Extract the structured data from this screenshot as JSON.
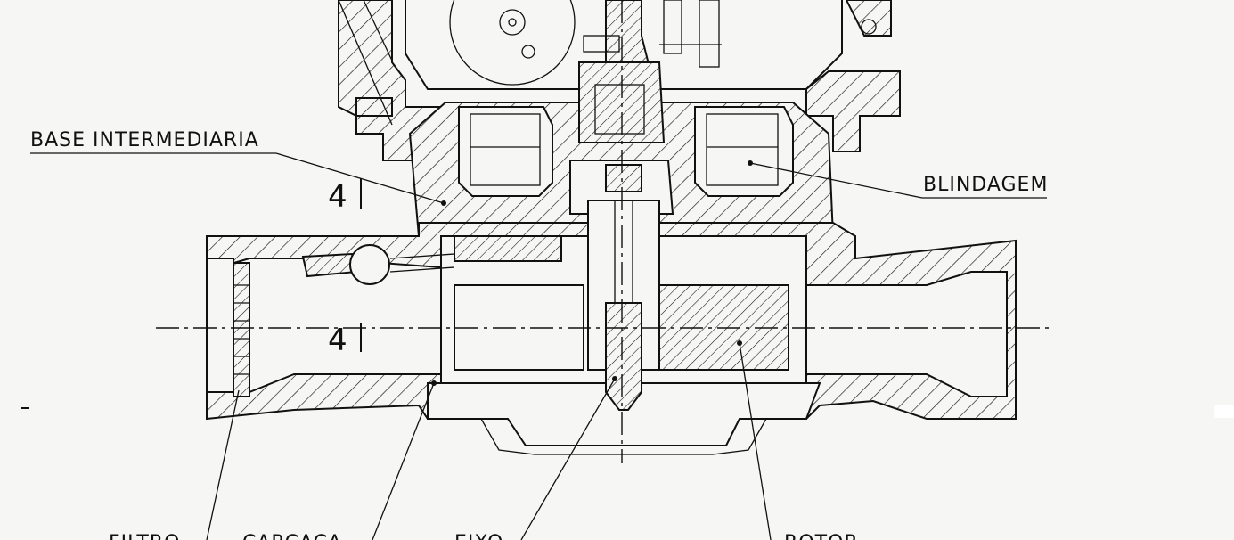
{
  "labels": {
    "base": "BASE INTERMEDIARIA",
    "blindagem": "BLINDAGEM",
    "filtro": "FILTRO",
    "carcaca": "CARCACA",
    "eixo": "EIXO",
    "rotor": "ROTOR",
    "section_mark_top": "4",
    "section_mark_bottom": "4"
  }
}
